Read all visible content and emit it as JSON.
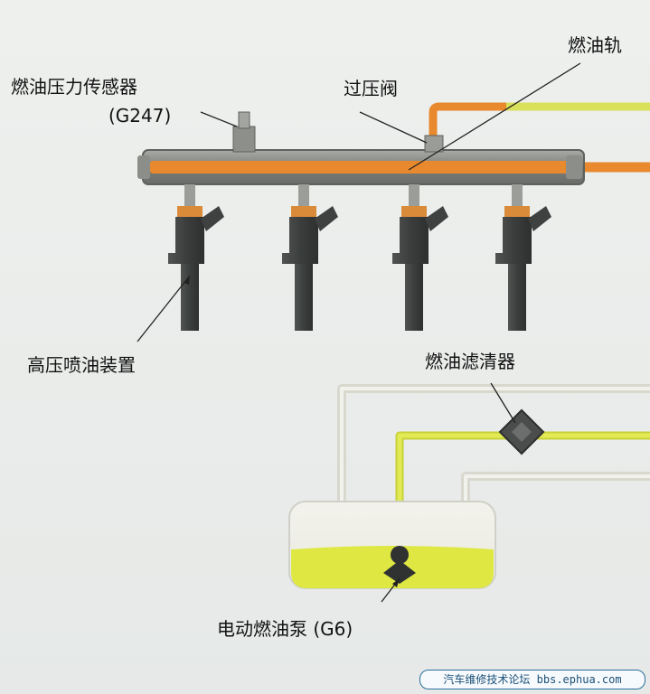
{
  "labels": {
    "fuel_rail": "燃油轨",
    "pressure_sensor": "燃油压力传感器",
    "pressure_sensor_code": "(G247)",
    "overpressure_valve": "过压阀",
    "injectors": "高压喷油装置",
    "fuel_filter": "燃油滤清器",
    "electric_pump": "电动燃油泵 (G6)"
  },
  "watermark": "汽车维修技术论坛 bbs.ephua.com",
  "colors": {
    "high_pressure_fuel": "#e8892e",
    "low_pressure_fuel": "#d4de3c",
    "return_line": "#e2e2da",
    "rail_body": "#8a8c88",
    "injector_body": "#3e4140",
    "tank_fuel": "#dfe843",
    "background": "#e9ece9"
  }
}
